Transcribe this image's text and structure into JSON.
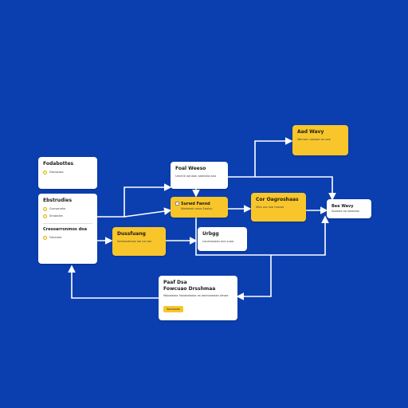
{
  "colors": {
    "background": "#0b3fb0",
    "card": "#ffffff",
    "accent": "#f8c62a",
    "connector": "#ffffff"
  },
  "nodes": {
    "a": {
      "title": "Fodabottes",
      "rows": [
        "Dansaaso"
      ]
    },
    "b": {
      "title": "Ebstrudies",
      "rows": [
        "Gunsaneho",
        "Smatalen"
      ]
    },
    "b2": {
      "title": "Cresoarronmos doa",
      "rows": [
        "Fohanee"
      ]
    },
    "c": {
      "title": "Dussfuang",
      "sub": "Sadvasahsaa loa ba sah"
    },
    "d": {
      "title": "Foal Weeso",
      "sub": "Uanme aanaan aaahata aaa"
    },
    "e": {
      "title": "Surwd Fannd",
      "sub": "Wadeaab oaso   Eaaley"
    },
    "f": {
      "title": "Urbgg",
      "sub": "Lauesanaaa ana suaa"
    },
    "g": {
      "title": "Cor Oagroshaas",
      "sub": "Wsa ass soa hawaa"
    },
    "h": {
      "title": "Aad Wavy",
      "sub": "Wenaan oasaaa aa aae"
    },
    "i": {
      "title": "Bee Wavy",
      "sub": "Aoaaaa aa waaaaw"
    },
    "j": {
      "title": "Paaf Dsa",
      "subtitle": "Fowcuao Drsshmaa",
      "sub": "Wopaaasa  hasabaaaoa as aasnaaaaaa ohsaa",
      "chip": "Sanaaoaa"
    }
  }
}
